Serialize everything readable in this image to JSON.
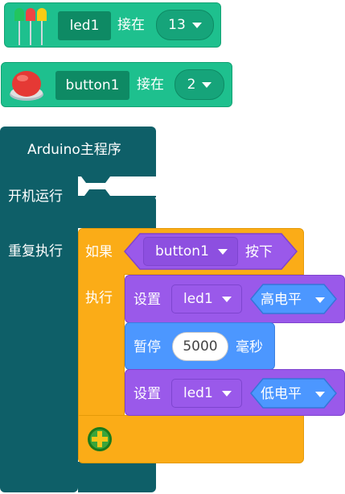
{
  "led_block": {
    "name": "led1",
    "connect_label": "接在",
    "pin": "13"
  },
  "button_block": {
    "name": "button1",
    "connect_label": "接在",
    "pin": "2"
  },
  "program": {
    "title": "Arduino主程序",
    "setup_label": "开机运行",
    "loop_label": "重复执行"
  },
  "if_block": {
    "if_label": "如果",
    "condition_device": "button1",
    "condition_state": "按下",
    "then_label": "执行"
  },
  "statements": [
    {
      "label": "设置",
      "device": "led1",
      "level": "高电平"
    },
    {
      "label": "暂停",
      "value": "5000",
      "unit": "毫秒"
    },
    {
      "label": "设置",
      "device": "led1",
      "level": "低电平"
    }
  ],
  "colors": {
    "setup_block": "#1ec08e",
    "program": "#0e5f68",
    "control": "#fbac17",
    "io": "#9a59ea",
    "time": "#4c97ff",
    "add_button": "#3aa53a"
  },
  "icons": [
    "led-icon",
    "push-button-icon",
    "plus-icon"
  ]
}
